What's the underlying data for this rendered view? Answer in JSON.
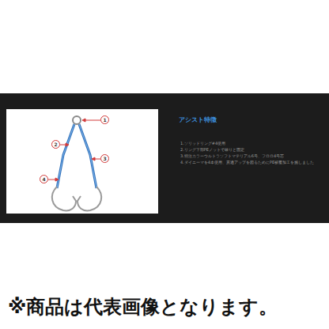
{
  "diagram": {
    "title": "アシスト特徴",
    "caption": "※商品は代表画像となります。",
    "labels": [
      "1",
      "2",
      "3",
      "4",
      "1.ソリッドリング#4使用",
      "2.リング下部PEノットで確りと固定",
      "3.特注カラーウルトラソフトマテリアル6号、フロロ4号芯",
      "4.ダイニーマを4本使用、貫通アップを図るためにPE被覆加工を施しました"
    ]
  }
}
